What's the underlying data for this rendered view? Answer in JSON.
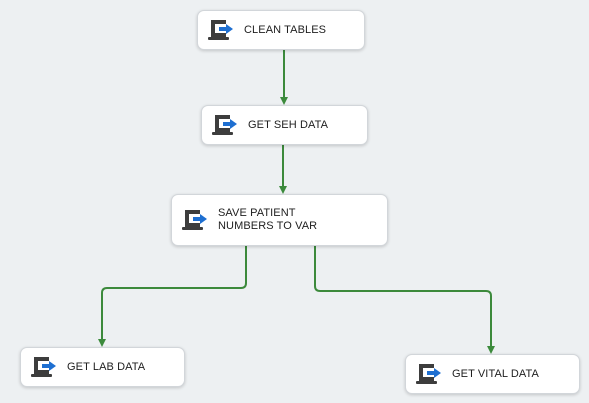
{
  "tasks": [
    {
      "id": "clean-tables",
      "label": "CLEAN TABLES"
    },
    {
      "id": "get-seh-data",
      "label": "GET SEH DATA"
    },
    {
      "id": "save-patient-numbers",
      "label": "SAVE PATIENT\nNUMBERS TO VAR"
    },
    {
      "id": "get-lab-data",
      "label": "GET LAB DATA"
    },
    {
      "id": "get-vital-data",
      "label": "GET VITAL DATA"
    }
  ],
  "connectors": [
    {
      "from": "clean-tables",
      "to": "get-seh-data"
    },
    {
      "from": "get-seh-data",
      "to": "save-patient-numbers"
    },
    {
      "from": "save-patient-numbers",
      "to": "get-lab-data"
    },
    {
      "from": "save-patient-numbers",
      "to": "get-vital-data"
    }
  ],
  "colors": {
    "background": "#edf0f2",
    "connector": "#3c8a3c",
    "icon_dark": "#3d3d3d",
    "icon_arrow": "#1e6fd1"
  },
  "icon": "execute-sql-task-icon"
}
